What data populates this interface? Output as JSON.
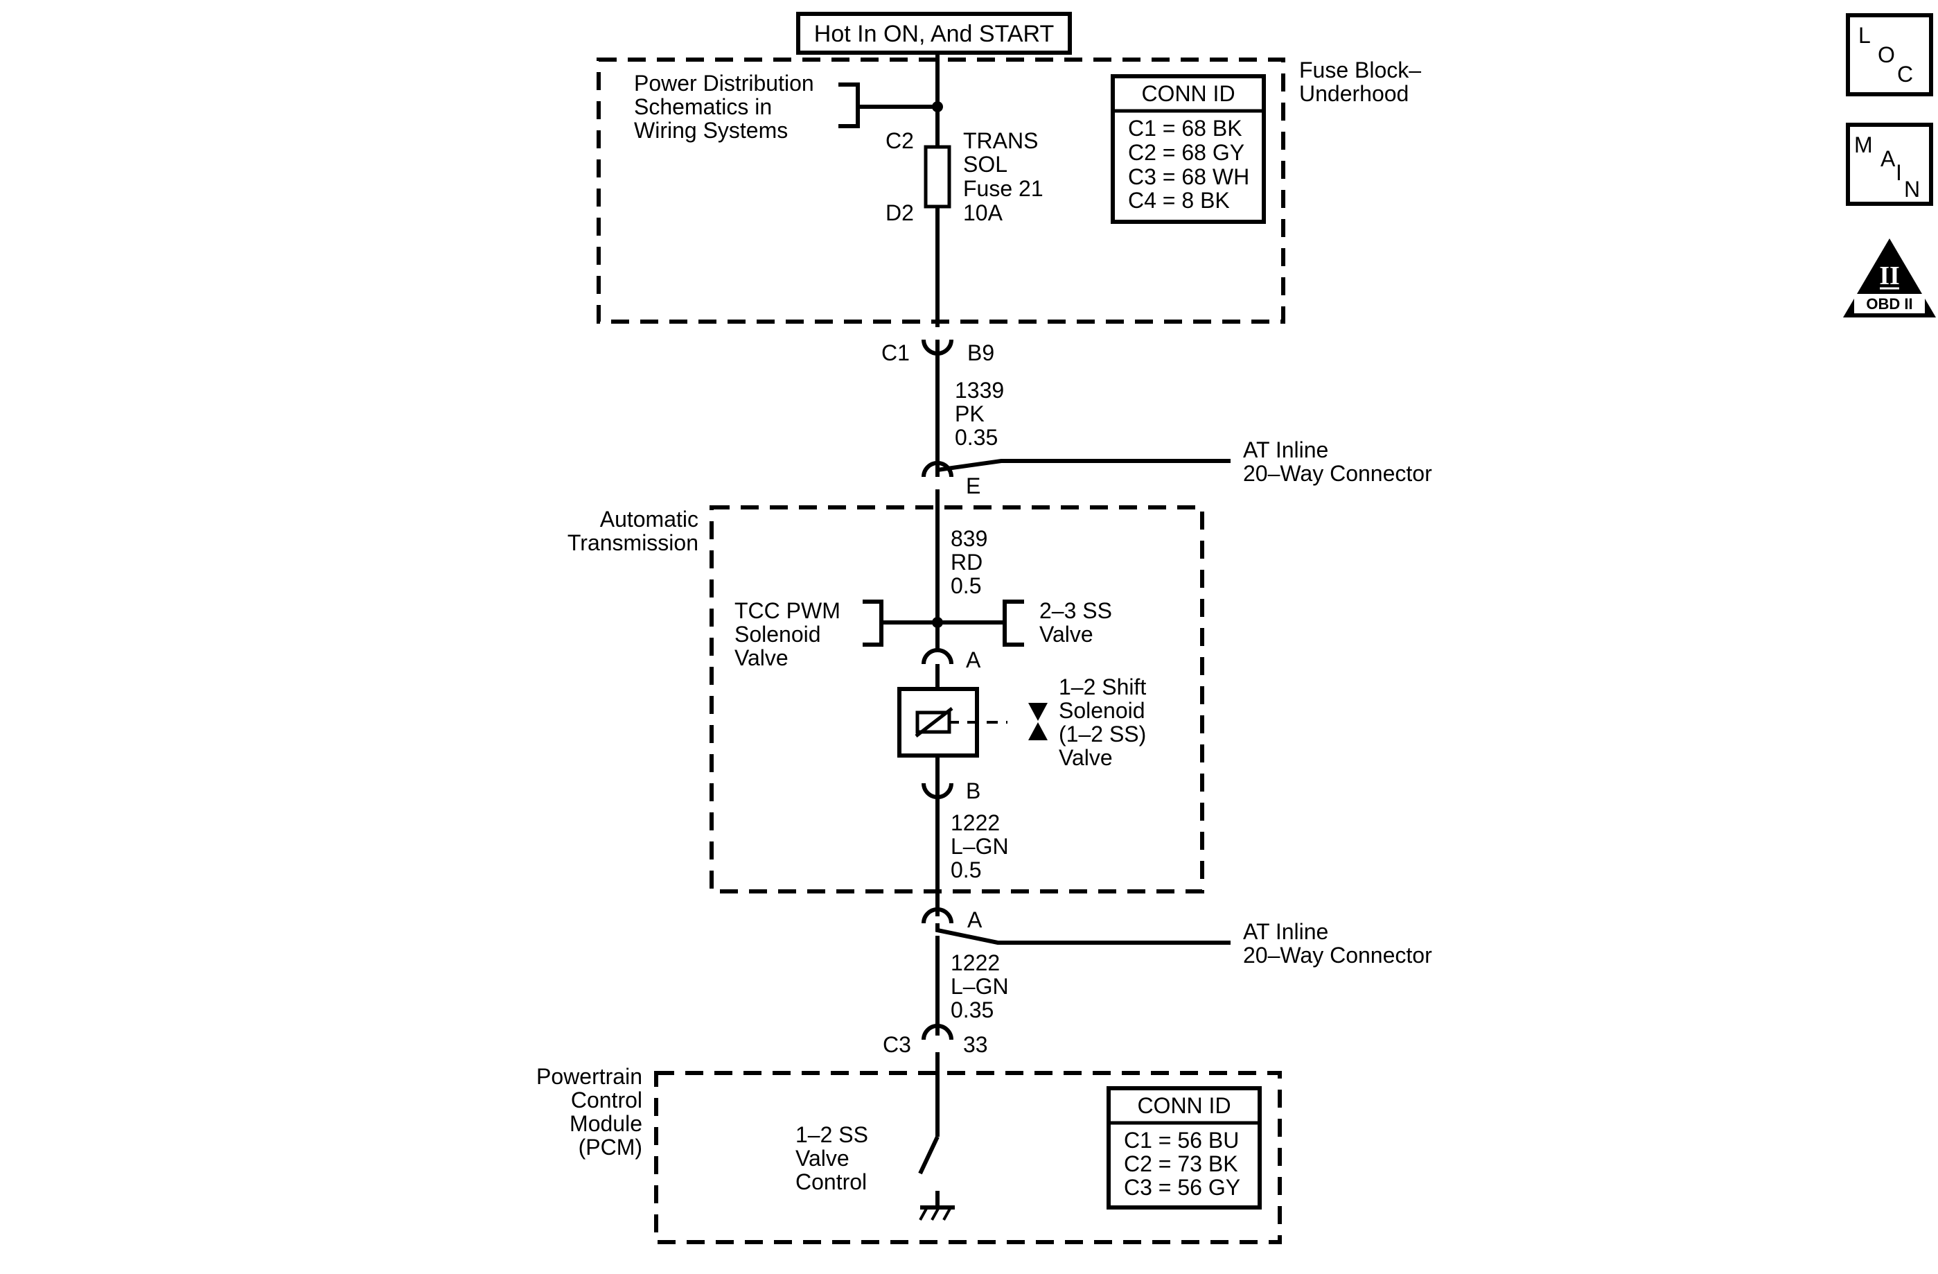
{
  "title": "Hot In ON, And START",
  "fuse_block": {
    "label": [
      "Fuse Block–",
      "Underhood"
    ],
    "power_dist_ref": [
      "Power Distribution",
      "Schematics in",
      "Wiring Systems"
    ],
    "fuse_top_conn": "C2",
    "fuse_bottom_conn": "D2",
    "fuse_label": [
      "TRANS",
      "SOL",
      "Fuse 21",
      "10A"
    ],
    "conn_id": {
      "header": "CONN ID",
      "rows": [
        "C1 = 68 BK",
        "C2 = 68 GY",
        "C3 = 68 WH",
        "C4 = 8 BK"
      ]
    },
    "out_connector": "C1",
    "out_pin": "B9"
  },
  "wire_1339": [
    "1339",
    "PK",
    "0.35"
  ],
  "at_inline_top": {
    "label": [
      "AT Inline",
      "20–Way Connector"
    ],
    "pin": "E"
  },
  "automatic_transmission": {
    "label": [
      "Automatic",
      "Transmission"
    ],
    "wire": [
      "839",
      "RD",
      "0.5"
    ],
    "tcc": [
      "TCC PWM",
      "Solenoid",
      "Valve"
    ],
    "ss23": [
      "2–3 SS",
      "Valve"
    ],
    "pin_a": "A",
    "pin_b": "B",
    "solenoid": [
      "1–2 Shift",
      "Solenoid",
      "(1–2 SS)",
      "Valve"
    ],
    "wire_out": [
      "1222",
      "L–GN",
      "0.5"
    ]
  },
  "at_inline_bottom": {
    "label": [
      "AT Inline",
      "20–Way Connector"
    ],
    "pin": "A"
  },
  "wire_1222": [
    "1222",
    "L–GN",
    "0.35"
  ],
  "pcm": {
    "label": [
      "Powertrain",
      "Control",
      "Module",
      "(PCM)"
    ],
    "conn": "C3",
    "pin": "33",
    "control": [
      "1–2 SS",
      "Valve",
      "Control"
    ],
    "conn_id": {
      "header": "CONN ID",
      "rows": [
        "C1 = 56 BU",
        "C2 = 73 BK",
        "C3 = 56 GY"
      ]
    }
  },
  "icons": {
    "loc": {
      "name": "loc-icon",
      "letters": [
        "L",
        "O",
        "C"
      ]
    },
    "main": {
      "name": "main-icon",
      "letters": [
        "M",
        "A",
        "I",
        "N"
      ]
    },
    "obd": {
      "name": "obd-ii-icon",
      "numeral": "II",
      "text": "OBD II"
    }
  }
}
